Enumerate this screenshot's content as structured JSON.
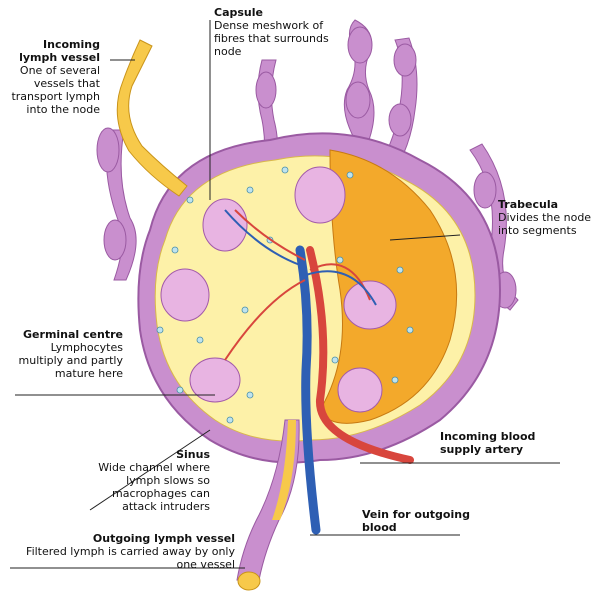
{
  "labels": {
    "incoming_lymph_vessel": {
      "title": "Incoming lymph vessel",
      "desc": "One of several vessels that transport lymph into the node"
    },
    "capsule": {
      "title": "Capsule",
      "desc": "Dense meshwork of fibres that surrounds node"
    },
    "trabecula": {
      "title": "Trabecula",
      "desc": "Divides the node into segments"
    },
    "germinal_centre": {
      "title": "Germinal centre",
      "desc": "Lymphocytes multiply and partly mature here"
    },
    "sinus": {
      "title": "Sinus",
      "desc": "Wide channel where lymph slows so macrophages can attack intruders"
    },
    "incoming_artery": {
      "title": "Incoming blood supply artery",
      "desc": ""
    },
    "vein": {
      "title": "Vein for outgoing blood",
      "desc": ""
    },
    "outgoing_lymph_vessel": {
      "title": "Outgoing lymph vessel",
      "desc": "Filtered lymph is carried away by only one vessel"
    }
  },
  "colors": {
    "capsule": "#c98fce",
    "capsule_dark": "#a25aa9",
    "sinus": "#fdf1a8",
    "trabecula": "#f3a92b",
    "lymph_vessel": "#f7c94a",
    "germinal": "#e8b4e2",
    "artery": "#d8463d",
    "vein": "#2e5fb4"
  }
}
